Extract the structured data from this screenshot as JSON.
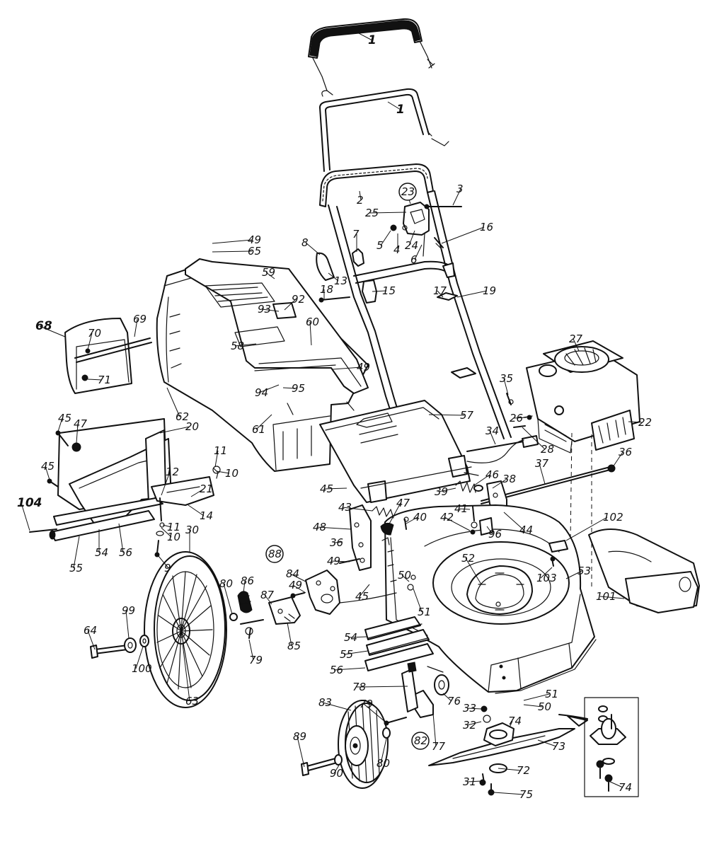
{
  "diagram": {
    "parts": [
      {
        "id": "p1a",
        "label": "1"
      },
      {
        "id": "p1b",
        "label": "1"
      },
      {
        "id": "p2",
        "label": "2"
      },
      {
        "id": "p3",
        "label": "3"
      },
      {
        "id": "p4",
        "label": "4"
      },
      {
        "id": "p5",
        "label": "5"
      },
      {
        "id": "p6",
        "label": "6"
      },
      {
        "id": "p7",
        "label": "7"
      },
      {
        "id": "p8",
        "label": "8"
      },
      {
        "id": "p9",
        "label": "9"
      },
      {
        "id": "p10a",
        "label": "10"
      },
      {
        "id": "p10b",
        "label": "10"
      },
      {
        "id": "p11a",
        "label": "11"
      },
      {
        "id": "p11b",
        "label": "11"
      },
      {
        "id": "p12",
        "label": "12"
      },
      {
        "id": "p13",
        "label": "13"
      },
      {
        "id": "p14",
        "label": "14"
      },
      {
        "id": "p15",
        "label": "15"
      },
      {
        "id": "p16",
        "label": "16"
      },
      {
        "id": "p17",
        "label": "17"
      },
      {
        "id": "p18",
        "label": "18"
      },
      {
        "id": "p19",
        "label": "19"
      },
      {
        "id": "p20",
        "label": "20"
      },
      {
        "id": "p21",
        "label": "21"
      },
      {
        "id": "p22",
        "label": "22"
      },
      {
        "id": "p23",
        "label": "23"
      },
      {
        "id": "p24",
        "label": "24"
      },
      {
        "id": "p25",
        "label": "25"
      },
      {
        "id": "p26",
        "label": "26"
      },
      {
        "id": "p27",
        "label": "27"
      },
      {
        "id": "p28",
        "label": "28"
      },
      {
        "id": "p30",
        "label": "30"
      },
      {
        "id": "p31",
        "label": "31"
      },
      {
        "id": "p32",
        "label": "32"
      },
      {
        "id": "p33",
        "label": "33"
      },
      {
        "id": "p34",
        "label": "34"
      },
      {
        "id": "p35",
        "label": "35"
      },
      {
        "id": "p36a",
        "label": "36"
      },
      {
        "id": "p36b",
        "label": "36"
      },
      {
        "id": "p37",
        "label": "37"
      },
      {
        "id": "p38",
        "label": "38"
      },
      {
        "id": "p39",
        "label": "39"
      },
      {
        "id": "p40",
        "label": "40"
      },
      {
        "id": "p41",
        "label": "41"
      },
      {
        "id": "p42",
        "label": "42"
      },
      {
        "id": "p43",
        "label": "43"
      },
      {
        "id": "p44",
        "label": "44"
      },
      {
        "id": "p45a",
        "label": "45"
      },
      {
        "id": "p45b",
        "label": "45"
      },
      {
        "id": "p45c",
        "label": "45"
      },
      {
        "id": "p45d",
        "label": "45"
      },
      {
        "id": "p46",
        "label": "46"
      },
      {
        "id": "p47a",
        "label": "47"
      },
      {
        "id": "p47b",
        "label": "47"
      },
      {
        "id": "p48",
        "label": "48"
      },
      {
        "id": "p49a",
        "label": "49"
      },
      {
        "id": "p49b",
        "label": "49"
      },
      {
        "id": "p49c",
        "label": "49"
      },
      {
        "id": "p49d",
        "label": "49"
      },
      {
        "id": "p50a",
        "label": "50"
      },
      {
        "id": "p50b",
        "label": "50"
      },
      {
        "id": "p51a",
        "label": "51"
      },
      {
        "id": "p51b",
        "label": "51"
      },
      {
        "id": "p52",
        "label": "52"
      },
      {
        "id": "p53",
        "label": "53"
      },
      {
        "id": "p54a",
        "label": "54"
      },
      {
        "id": "p54b",
        "label": "54"
      },
      {
        "id": "p55a",
        "label": "55"
      },
      {
        "id": "p55b",
        "label": "55"
      },
      {
        "id": "p56a",
        "label": "56"
      },
      {
        "id": "p56b",
        "label": "56"
      },
      {
        "id": "p57",
        "label": "57"
      },
      {
        "id": "p58",
        "label": "58"
      },
      {
        "id": "p59",
        "label": "59"
      },
      {
        "id": "p60",
        "label": "60"
      },
      {
        "id": "p61",
        "label": "61"
      },
      {
        "id": "p62",
        "label": "62"
      },
      {
        "id": "p63",
        "label": "63"
      },
      {
        "id": "p64",
        "label": "64"
      },
      {
        "id": "p65",
        "label": "65"
      },
      {
        "id": "p68",
        "label": "68"
      },
      {
        "id": "p69",
        "label": "69"
      },
      {
        "id": "p70",
        "label": "70"
      },
      {
        "id": "p71",
        "label": "71"
      },
      {
        "id": "p72",
        "label": "72"
      },
      {
        "id": "p73",
        "label": "73"
      },
      {
        "id": "p74a",
        "label": "74"
      },
      {
        "id": "p74b",
        "label": "74"
      },
      {
        "id": "p75",
        "label": "75"
      },
      {
        "id": "p76",
        "label": "76"
      },
      {
        "id": "p77",
        "label": "77"
      },
      {
        "id": "p78",
        "label": "78"
      },
      {
        "id": "p79a",
        "label": "79"
      },
      {
        "id": "p79b",
        "label": "79"
      },
      {
        "id": "p80a",
        "label": "80"
      },
      {
        "id": "p80b",
        "label": "80"
      },
      {
        "id": "p82",
        "label": "82"
      },
      {
        "id": "p83",
        "label": "83"
      },
      {
        "id": "p84",
        "label": "84"
      },
      {
        "id": "p85",
        "label": "85"
      },
      {
        "id": "p86",
        "label": "86"
      },
      {
        "id": "p87",
        "label": "87"
      },
      {
        "id": "p88",
        "label": "88"
      },
      {
        "id": "p89",
        "label": "89"
      },
      {
        "id": "p90",
        "label": "90"
      },
      {
        "id": "p92",
        "label": "92"
      },
      {
        "id": "p93",
        "label": "93"
      },
      {
        "id": "p94",
        "label": "94"
      },
      {
        "id": "p95",
        "label": "95"
      },
      {
        "id": "p96",
        "label": "96"
      },
      {
        "id": "p99",
        "label": "99"
      },
      {
        "id": "p100",
        "label": "100"
      },
      {
        "id": "p101",
        "label": "101"
      },
      {
        "id": "p102",
        "label": "102"
      },
      {
        "id": "p103",
        "label": "103"
      },
      {
        "id": "p104",
        "label": "104"
      }
    ]
  }
}
